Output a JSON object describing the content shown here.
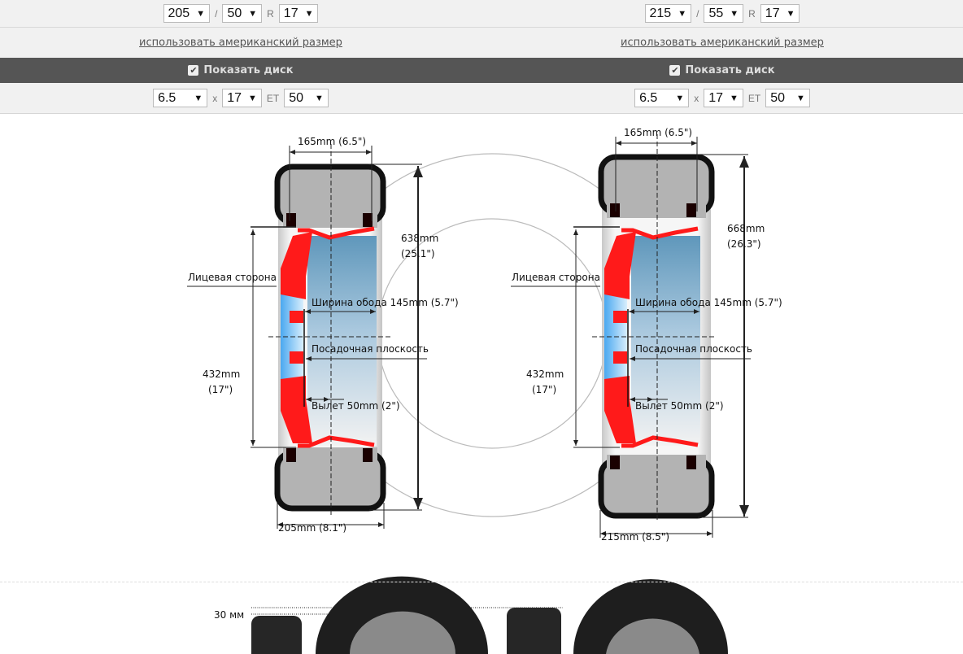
{
  "left": {
    "tire": {
      "width": "205",
      "profile": "50",
      "radius_prefix": "R",
      "rim": "17",
      "sep": "/"
    },
    "us_size_link": "использовать американский размер",
    "show_disk_label": "Показать диск",
    "show_disk_checked": true,
    "disk": {
      "width": "6.5",
      "x": "x",
      "diameter": "17",
      "et_label": "ET",
      "et": "50"
    },
    "dims": {
      "rim_width_top": "165mm (6.5\")",
      "tire_width": "205mm (8.1\")",
      "outer_d_mm": "638mm",
      "outer_d_in": "(25.1\")",
      "rim_d_mm": "432mm",
      "rim_d_in": "(17\")",
      "face": "Лицевая сторона",
      "rim_w": "Ширина обода 145mm (5.7\")",
      "mount": "Посадочная плоскость",
      "offset": "Вылет 50mm (2\")"
    }
  },
  "right": {
    "tire": {
      "width": "215",
      "profile": "55",
      "radius_prefix": "R",
      "rim": "17",
      "sep": "/"
    },
    "us_size_link": "использовать американский размер",
    "show_disk_label": "Показать диск",
    "show_disk_checked": true,
    "disk": {
      "width": "6.5",
      "x": "x",
      "diameter": "17",
      "et_label": "ET",
      "et": "50"
    },
    "dims": {
      "rim_width_top": "165mm (6.5\")",
      "tire_width": "215mm (8.5\")",
      "outer_d_mm": "668mm",
      "outer_d_in": "(26.3\")",
      "rim_d_mm": "432mm",
      "rim_d_in": "(17\")",
      "face": "Лицевая сторона",
      "rim_w": "Ширина обода  145mm (5.7\")",
      "mount": "Посадочная плоскость",
      "offset": "Вылет 50mm (2\")"
    }
  },
  "clearance_label": "30 мм",
  "colors": {
    "rim_profile": "#ff1a1a",
    "bar": "#555555"
  }
}
